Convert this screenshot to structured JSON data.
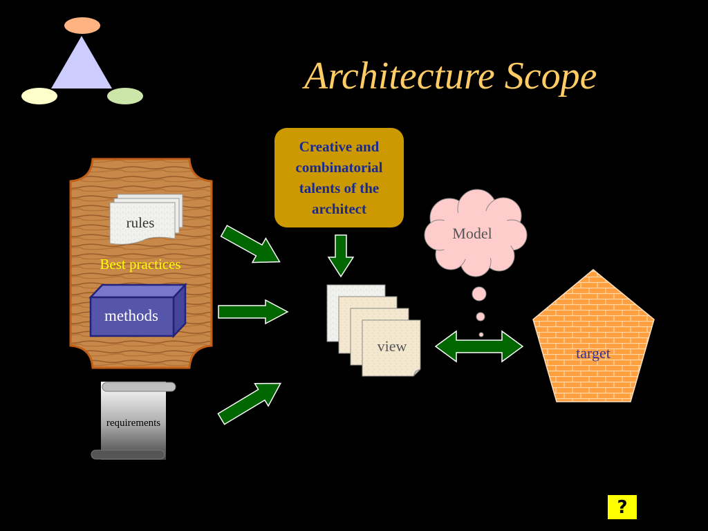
{
  "title": "Architecture Scope",
  "labels": {
    "rules": "rules",
    "best_practices": "Best practices",
    "methods": "methods",
    "requirements": "requirements",
    "creative": "Creative and combinatorial talents of the architect",
    "model": "Model",
    "view": "view",
    "target": "target"
  },
  "help_button": "?",
  "colors": {
    "title": "#FFCC66",
    "arrows": "#006600",
    "creative_box": "#CC9900",
    "creative_text": "#1A2A8C",
    "best_practices_text": "#FFFF00",
    "methods_box": "#5555AA",
    "cloud": "#FFCCCC",
    "target": "#FF9933",
    "logo_triangle": "#CCCCFF"
  },
  "icons": [
    "logo-triangle-icon",
    "scroll-icon",
    "document-stack-icon",
    "thought-cloud-icon",
    "pentagon-icon",
    "question-icon"
  ]
}
